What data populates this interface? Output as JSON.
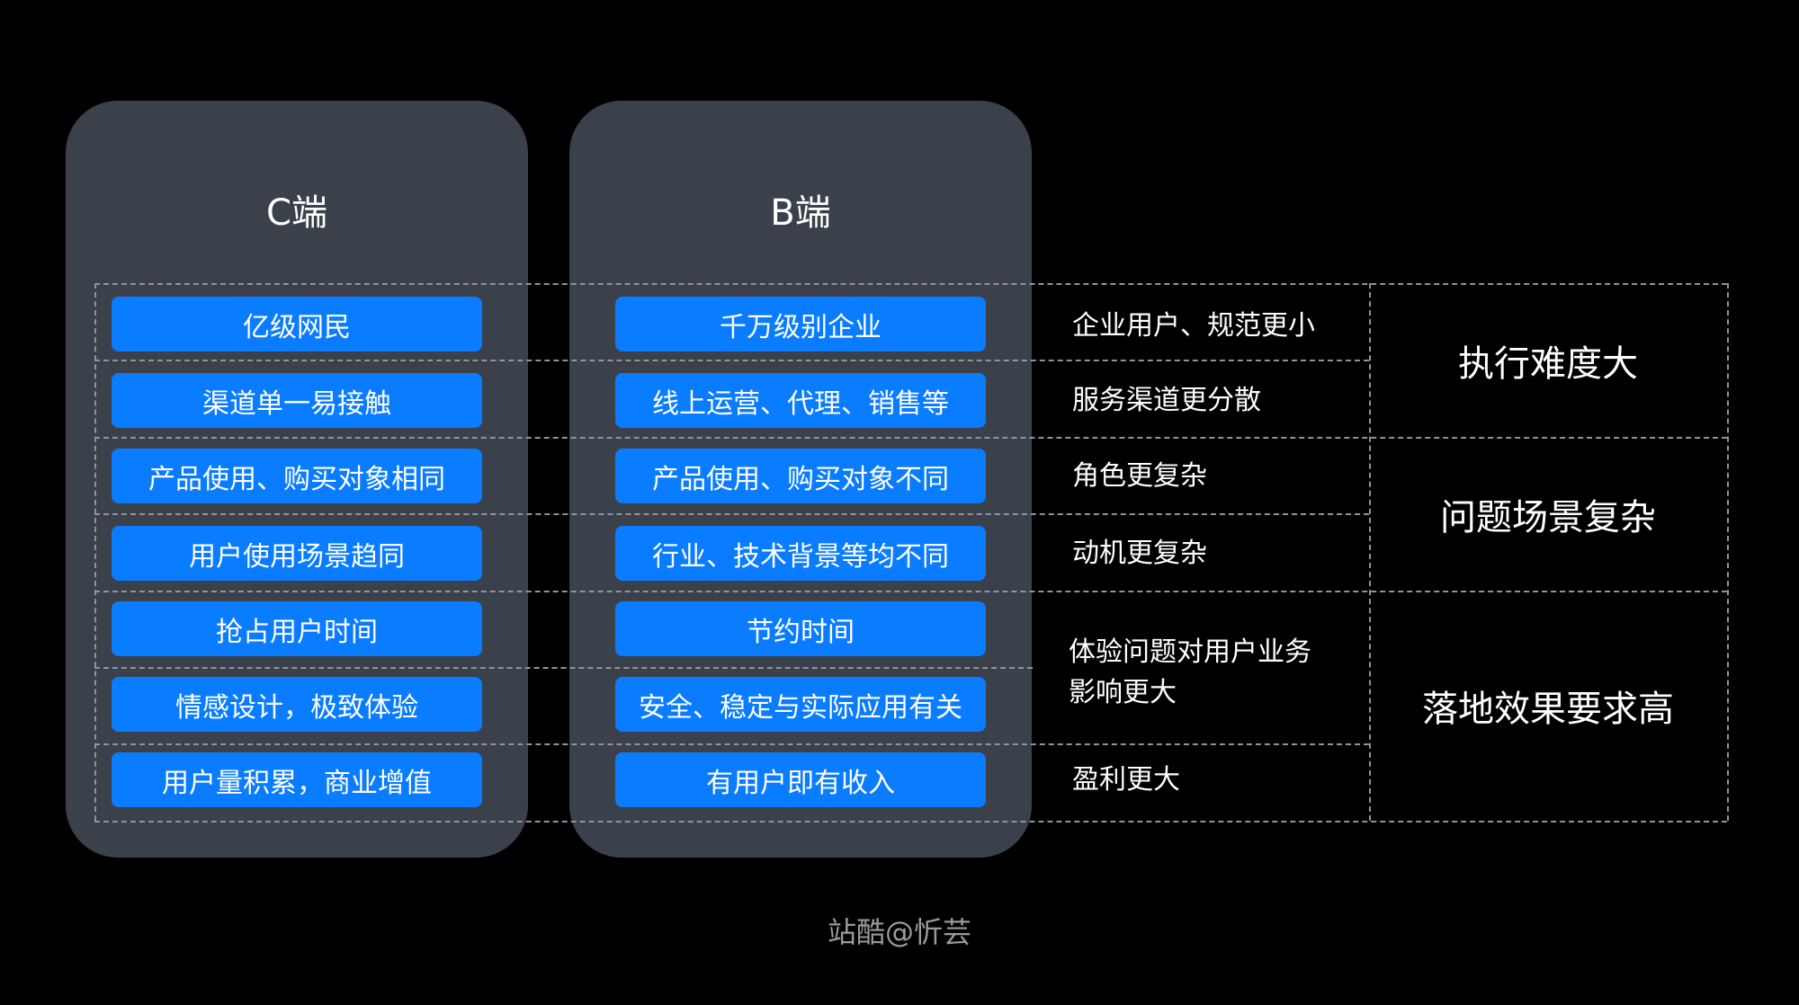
{
  "columns": {
    "c": {
      "title": "C端",
      "items": [
        "亿级网民",
        "渠道单一易接触",
        "产品使用、购买对象相同",
        "用户使用场景趋同",
        "抢占用户时间",
        "情感设计，极致体验",
        "用户量积累，商业增值"
      ]
    },
    "b": {
      "title": "B端",
      "items": [
        "千万级别企业",
        "线上运营、代理、销售等",
        "产品使用、购买对象不同",
        "行业、技术背景等均不同",
        "节约时间",
        "安全、稳定与实际应用有关",
        "有用户即有收入"
      ]
    }
  },
  "notes": [
    "企业用户、规范更小",
    "服务渠道更分散",
    "角色更复杂",
    "动机更复杂",
    "体验问题对用户业务",
    "影响更大",
    "盈利更大"
  ],
  "summaries": [
    "执行难度大",
    "问题场景复杂",
    "落地效果要求高"
  ],
  "watermark": "站酷@忻芸",
  "colors": {
    "background": "#000000",
    "panel": "#3b414a",
    "accent": "#0a7cff",
    "dash": "#8e949a"
  }
}
